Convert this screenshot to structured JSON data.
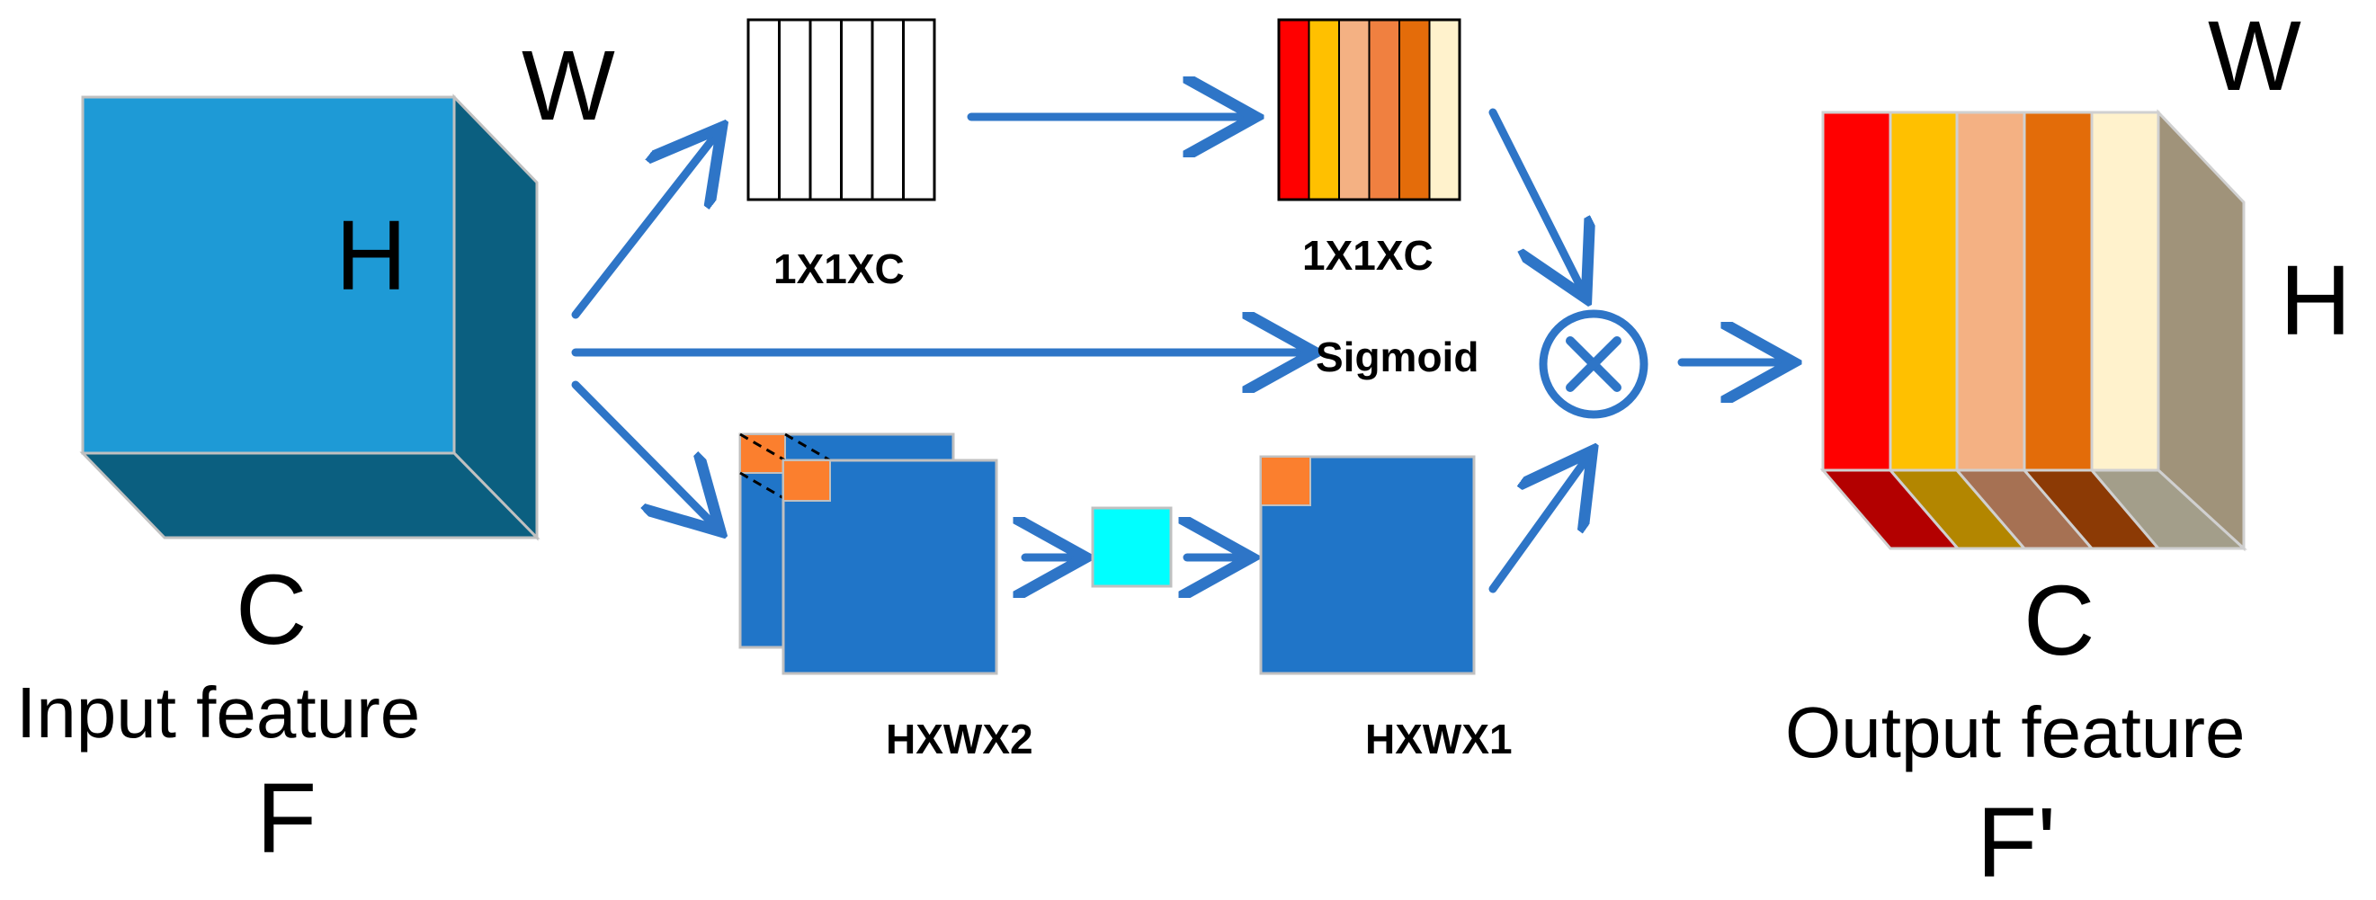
{
  "input": {
    "w_label": "W",
    "h_label": "H",
    "c_label": "C",
    "caption": "Input feature",
    "symbol": "F"
  },
  "channel_branch": {
    "pooled_label": "1X1XC",
    "weighted_label": "1X1XC",
    "weight_colors": [
      "#ff0000",
      "#ffc000",
      "#f4b183",
      "#f08040",
      "#e46c0a",
      "#fff2cc"
    ]
  },
  "sigmoid": {
    "label": "Sigmoid"
  },
  "spatial_branch": {
    "pooled_label": "HXWX2",
    "attention_label": "HXWX1"
  },
  "output": {
    "w_label": "W",
    "h_label": "H",
    "c_label": "C",
    "caption": "Output feature",
    "symbol": "F'",
    "slice_colors": [
      "#ff0000",
      "#ffc000",
      "#f4b183",
      "#e36c09",
      "#fff2cc"
    ],
    "bottom_colors": [
      "#b30000",
      "#b38600",
      "#a67153",
      "#8c3a05",
      "#a39e8a"
    ],
    "side_color": "#a0937a"
  },
  "colors": {
    "cube_front": "#1e9ad6",
    "cube_dark": "#0b5f80",
    "arrow": "#2e75c7",
    "map_blue": "#2075c8",
    "conv_cyan": "#00ffff",
    "patch_orange": "#fb7f2e"
  }
}
